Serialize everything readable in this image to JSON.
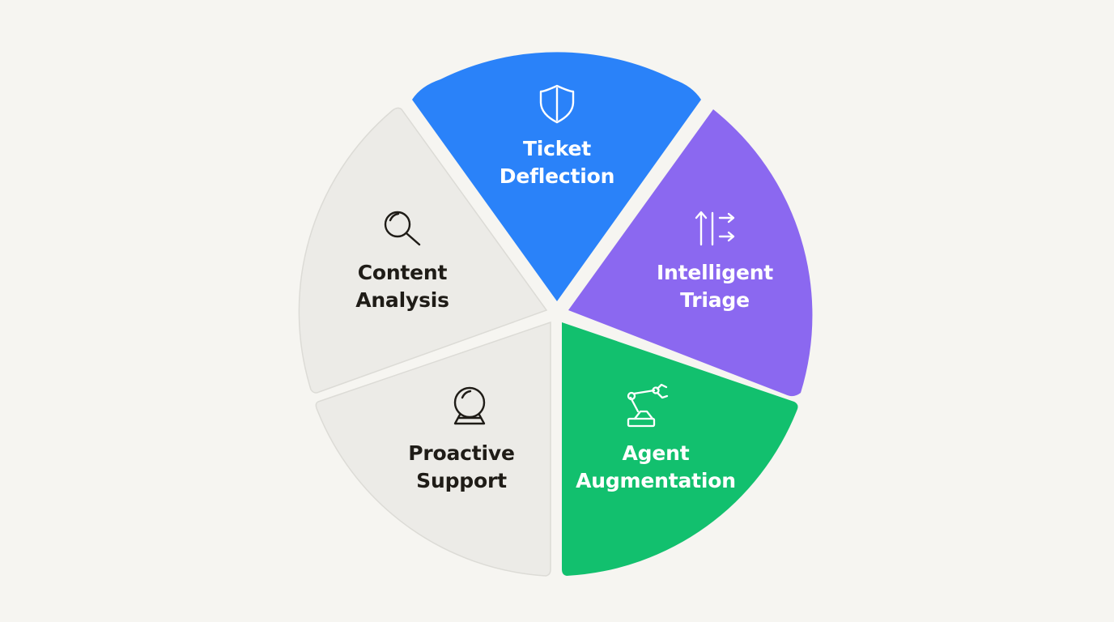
{
  "colors": {
    "background": "#f6f5f1",
    "blue": "#2a82f9",
    "purple": "#8b68f0",
    "green": "#12c06e",
    "gray": "#ecebe7",
    "gray_stroke": "#dcdbd6",
    "dark_text": "#1f1c17",
    "light_text": "#ffffff"
  },
  "segments": [
    {
      "id": "ticket-deflection",
      "line1": "Ticket",
      "line2": "Deflection",
      "icon": "shield-icon",
      "color": "blue"
    },
    {
      "id": "intelligent-triage",
      "line1": "Intelligent",
      "line2": "Triage",
      "icon": "routing-arrows-icon",
      "color": "purple"
    },
    {
      "id": "agent-augmentation",
      "line1": "Agent",
      "line2": "Augmentation",
      "icon": "robotic-arm-icon",
      "color": "green"
    },
    {
      "id": "proactive-support",
      "line1": "Proactive",
      "line2": "Support",
      "icon": "crystal-ball-icon",
      "color": "gray"
    },
    {
      "id": "content-analysis",
      "line1": "Content",
      "line2": "Analysis",
      "icon": "magnifier-icon",
      "color": "gray"
    }
  ]
}
